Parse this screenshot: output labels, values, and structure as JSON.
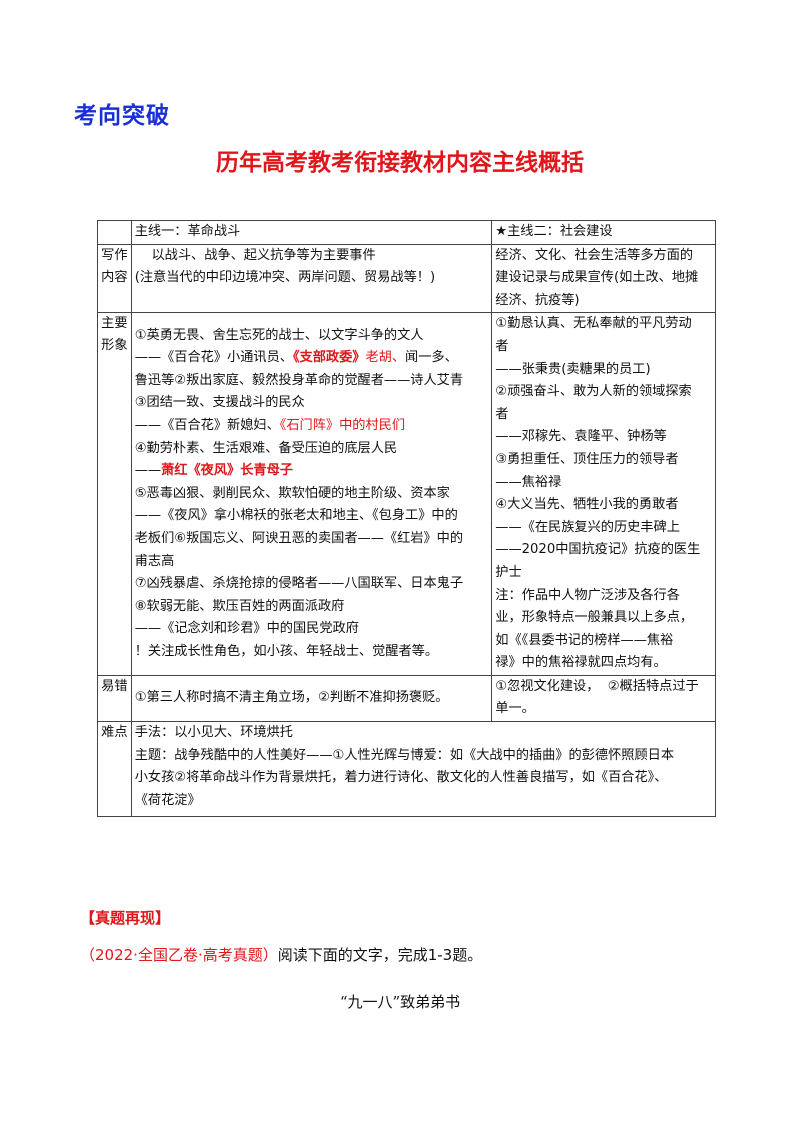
{
  "header": {
    "section": "考向突破",
    "title": "历年高考教考衔接教材内容主线概括"
  },
  "table": {
    "head": {
      "col1": "主线一：革命战斗",
      "col2": "★主线二：社会建设"
    },
    "rows": [
      {
        "label": "写作内容",
        "c1": [
          "    以战斗、战争、起义抗争等为主要事件",
          "(注意当代的中印边境冲突、两岸问题、贸易战等！)"
        ],
        "c2": [
          "经济、文化、社会生活等多方面的",
          "建设记录与成果宣传(如土改、地摊",
          "经济、抗疫等)"
        ]
      },
      {
        "label": "主要形象",
        "c1_a": "①英勇无畏、舍生忘死的战士、以文字斗争的文人",
        "c1_b_pre": "——《百合花》小通讯员、",
        "c1_b_red1": "《支部政委》",
        "c1_b_red2": "老胡、",
        "c1_b_post": "闻一多、",
        "c1_c": "鲁迅等②叛出家庭、毅然投身革命的觉醒者——诗人艾青",
        "c1_d": "③团结一致、支援战斗的民众",
        "c1_e_pre": "——《百合花》新媳妇、",
        "c1_e_red": "《石门阵》中的村民们",
        "c1_f": "④勤劳朴素、生活艰难、备受压迫的底层人民",
        "c1_g_pre": "——",
        "c1_g_red": "萧红《夜风》长青母子",
        "c1_h": "⑤恶毒凶狠、剥削民众、欺软怕硬的地主阶级、资本家",
        "c1_i": "——《夜风》拿小棉袄的张老太和地主、《包身工》中的",
        "c1_j": "老板们⑥叛国忘义、阿谀丑恶的卖国者——《红岩》中的",
        "c1_k": "甫志高",
        "c1_l": "⑦凶残暴虐、杀烧抢掠的侵略者——八国联军、日本鬼子",
        "c1_m": "⑧软弱无能、欺压百姓的两面派政府",
        "c1_n": "——《记念刘和珍君》中的国民党政府",
        "c1_o": "！关注成长性角色，如小孩、年轻战士、觉醒者等。",
        "c2": [
          "①勤恳认真、无私奉献的平凡劳动",
          "者",
          "——张秉贵(卖糖果的员工)",
          "②顽强奋斗、敢为人新的领域探索",
          "者",
          "——邓稼先、袁隆平、钟杨等",
          "③勇担重任、顶住压力的领导者",
          "——焦裕禄",
          "④大义当先、牺牲小我的勇敢者",
          "——《在民族复兴的历史丰碑上",
          "——2020中国抗疫记》抗疫的医生",
          "护士",
          "注：作品中人物广泛涉及各行各",
          "业，形象特点一般兼具以上多点，",
          "如《《县委书记的榜样——焦裕",
          "禄》中的焦裕禄就四点均有。"
        ]
      },
      {
        "label": "易错",
        "c1": "①第三人称时搞不清主角立场，②判断不准抑扬褒贬。",
        "c2": [
          "①忽视文化建设，  ②概括特点过于",
          "单一。"
        ]
      },
      {
        "label": "难点",
        "lines": [
          "手法：以小见大、环境烘托",
          "主题：战争残酷中的人性美好——①人性光辉与博爱：如《大战中的插曲》的彭德怀照顾日本",
          "小女孩②将革命战斗作为背景烘托，着力进行诗化、散文化的人性善良描写，如《百合花》、",
          "《荷花淀》"
        ]
      }
    ]
  },
  "real_exam": {
    "heading": "【真题再现】",
    "source": "（2022·全国乙卷·高考真题）",
    "instruction": "阅读下面的文字，完成1-3题。",
    "article_title": "“九一八”致弟弟书"
  }
}
